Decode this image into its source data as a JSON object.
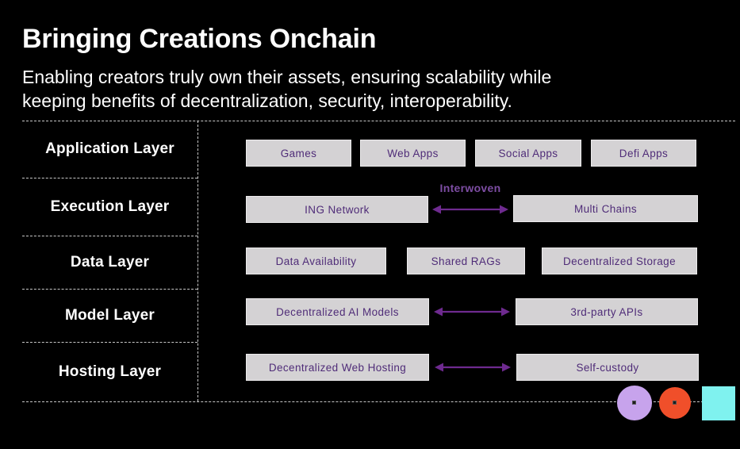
{
  "slide": {
    "title": "Bringing Creations Onchain",
    "subtitle": [
      "Enabling creators truly own their assets, ensuring scalability while",
      "keeping benefits of decentralization, security, interoperability."
    ]
  },
  "layers": [
    {
      "label": "Application Layer"
    },
    {
      "label": "Execution Layer"
    },
    {
      "label": "Data Layer"
    },
    {
      "label": "Model Layer"
    },
    {
      "label": "Hosting Layer"
    }
  ],
  "boxes": {
    "games": "Games",
    "web_apps": "Web Apps",
    "social_apps": "Social Apps",
    "defi_apps": "Defi Apps",
    "ing_network": "ING Network",
    "multi_chains": "Multi Chains",
    "data_availability": "Data Availability",
    "shared_rags": "Shared RAGs",
    "decentralized_storage": "Decentralized Storage",
    "decentralized_ai_models": "Decentralized AI Models",
    "third_party_apis": "3rd-party APIs",
    "decentralized_web_hosting": "Decentralized Web Hosting",
    "self_custody": "Self-custody"
  },
  "connector_label": "Interwoven",
  "colors": {
    "bg": "#000000",
    "dash": "#c8c8c8",
    "box-fill": "#d4d2d4",
    "box-border": "#ecebec",
    "box-text": "#4f2c78",
    "arrow": "#6e2a8f",
    "connector-text": "#7d4da3",
    "decor-purple": "#c7a3ec",
    "decor-orange": "#f04f2a",
    "decor-cyan": "#7ff2ef"
  }
}
